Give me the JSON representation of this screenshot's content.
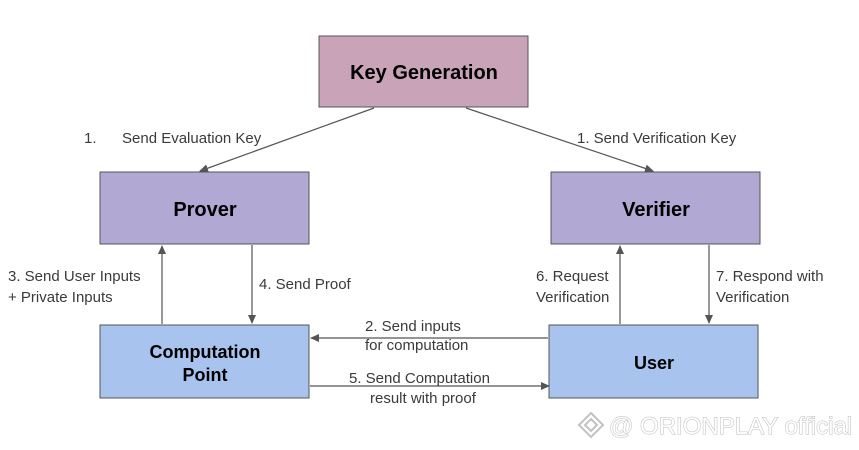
{
  "nodes": {
    "key_generation": {
      "label": "Key Generation",
      "color": "#c9a4b8"
    },
    "prover": {
      "label": "Prover",
      "color": "#b1a8d3"
    },
    "verifier": {
      "label": "Verifier",
      "color": "#b1a8d3"
    },
    "computation_point": {
      "label_line1": "Computation",
      "label_line2": "Point",
      "color": "#a9c3ef"
    },
    "user": {
      "label": "User",
      "color": "#a9c3ef"
    }
  },
  "edges": {
    "send_evaluation_key": {
      "number": "1.",
      "text": "Send Evaluation Key"
    },
    "send_verification_key": {
      "text": "1. Send Verification Key"
    },
    "send_user_inputs": {
      "line1": "3. Send User Inputs",
      "line2": "+ Private Inputs"
    },
    "send_proof": {
      "text": "4. Send Proof"
    },
    "request_verification": {
      "line1": "6. Request",
      "line2": "Verification"
    },
    "respond_with_verification": {
      "line1": "7. Respond with",
      "line2": "Verification"
    },
    "send_inputs": {
      "line1": "2. Send inputs",
      "line2": "for computation"
    },
    "send_computation": {
      "line1": "5. Send Computation",
      "line2": "result with proof"
    }
  },
  "watermark": {
    "text": "@ ORIONPLAY official"
  },
  "colors": {
    "border": "#555555",
    "arrow": "#555555"
  }
}
